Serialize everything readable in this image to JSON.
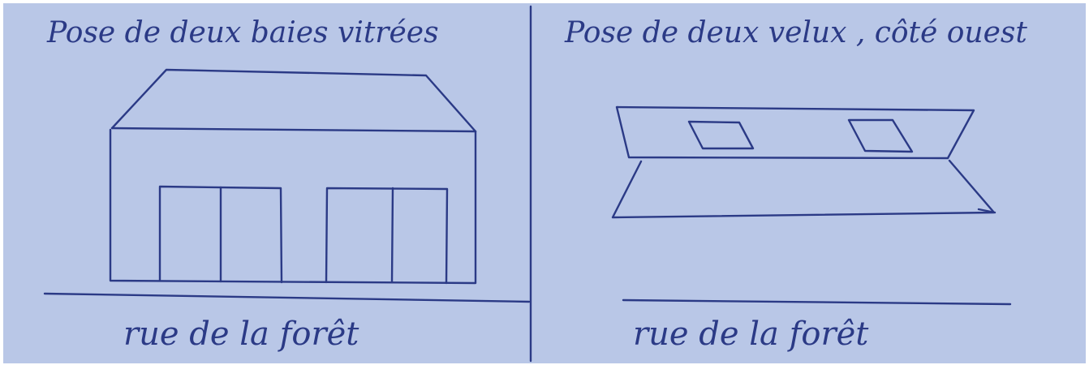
{
  "colors": {
    "paper": "#b9c7e7",
    "ink": "#2b3a86",
    "edge": "#ffffff"
  },
  "left_panel": {
    "heading": "Pose de deux baies vitrées",
    "street": "rue de la forêt"
  },
  "right_panel": {
    "heading": "Pose de deux velux , côté ouest",
    "street": "rue de la forêt"
  }
}
